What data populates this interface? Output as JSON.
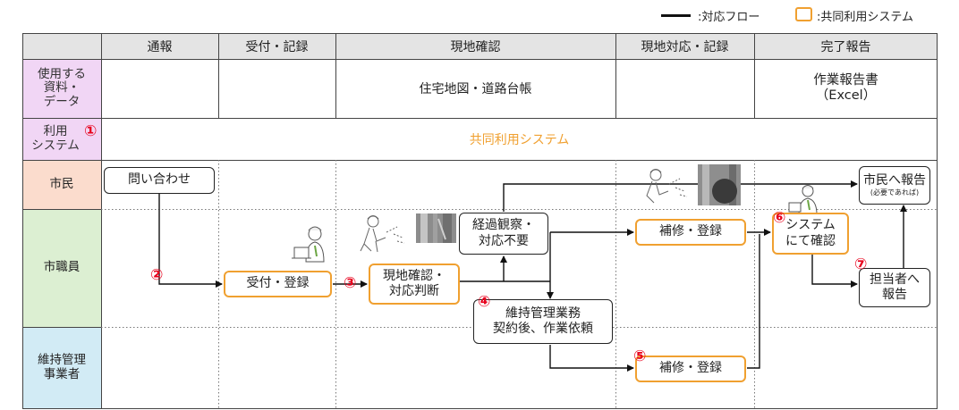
{
  "legend": {
    "flow_label": ":対応フロー",
    "shared_label": ":共同利用システム"
  },
  "header": {
    "columns": [
      "通報",
      "受付・記録",
      "現地確認",
      "現地対応・記録",
      "完了報告"
    ]
  },
  "rows": {
    "materials": "使用する\n資料・\nデータ",
    "system": "利用\nシステム",
    "citizen": "市民",
    "staff": "市職員",
    "contractor": "維持管理\n事業者"
  },
  "materials": {
    "genchi": "住宅地図・道路台帳",
    "kanryo": "作業報告書\n（Excel）"
  },
  "system_name": "共同利用システム",
  "boxes": {
    "toiawase": "問い合わせ",
    "uketsuke": "受付・登録",
    "genchi_kakunin": "現地確認・\n対応判断",
    "keika": "経過観察・\n対応不要",
    "ishikanri": "維持管理業務\n契約後、作業依頼",
    "hoshu_staff": "補修・登録",
    "hoshu_contractor": "補修・登録",
    "system_kakunin": "システム\nにて確認",
    "tantousha": "担当者へ\n報告",
    "shimin_houkoku": "市民へ報告",
    "shimin_houkoku_note": "(必要であれば)"
  },
  "numbers": [
    "①",
    "②",
    "③",
    "④",
    "⑤",
    "⑥",
    "⑦"
  ],
  "colors": {
    "header_bg": "#e4e4e4",
    "materials_bg": "#f1d6f5",
    "system_bg": "#f1d6f5",
    "citizen_bg": "#fbdccd",
    "staff_bg": "#dcefd2",
    "contractor_bg": "#d2ebf5",
    "orange": "#f0a030",
    "red": "#e8001c",
    "system_text": "#f0a030"
  },
  "icons": [
    "worker-with-laptop-icon",
    "worker-inspecting-icon",
    "road-damage-photo-icon"
  ]
}
